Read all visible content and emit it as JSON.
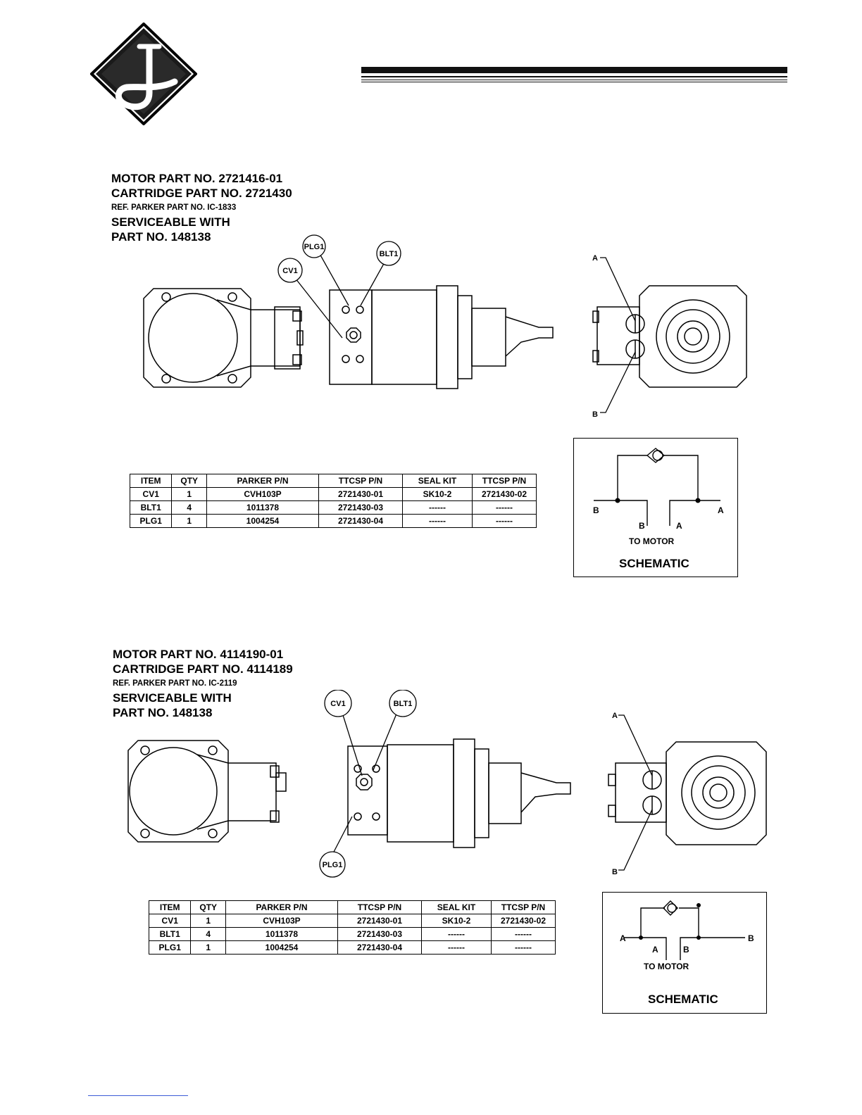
{
  "header": {
    "logo_icon": "diamond-j-logo-icon"
  },
  "sections": [
    {
      "motor_part": "MOTOR PART NO. 2721416-01",
      "cartridge_part": "CARTRIDGE PART NO. 2721430",
      "ref_parker": "REF. PARKER PART NO. IC-1833",
      "serviceable": "SERVICEABLE WITH",
      "part_no": "PART NO. 148138",
      "callouts": [
        "PLG1",
        "BLT1",
        "CV1"
      ],
      "port_labels": [
        "A",
        "B"
      ],
      "table": {
        "headers": [
          "ITEM",
          "QTY",
          "PARKER P/N",
          "TTCSP P/N",
          "SEAL KIT",
          "TTCSP P/N"
        ],
        "rows": [
          [
            "CV1",
            "1",
            "CVH103P",
            "2721430-01",
            "SK10-2",
            "2721430-02"
          ],
          [
            "BLT1",
            "4",
            "1011378",
            "2721430-03",
            "------",
            "------"
          ],
          [
            "PLG1",
            "1",
            "1004254",
            "2721430-04",
            "------",
            "------"
          ]
        ]
      },
      "schematic": {
        "left_label": "B",
        "right_label": "A",
        "port_left": "B",
        "port_right": "A",
        "to_motor": "TO MOTOR",
        "title": "SCHEMATIC"
      }
    },
    {
      "motor_part": "MOTOR PART NO. 4114190-01",
      "cartridge_part": "CARTRIDGE PART NO. 4114189",
      "ref_parker": "REF. PARKER PART NO. IC-2119",
      "serviceable": "SERVICEABLE WITH",
      "part_no": "PART NO. 148138",
      "callouts": [
        "CV1",
        "BLT1",
        "PLG1"
      ],
      "port_labels": [
        "A",
        "B"
      ],
      "table": {
        "headers": [
          "ITEM",
          "QTY",
          "PARKER P/N",
          "TTCSP P/N",
          "SEAL KIT",
          "TTCSP P/N"
        ],
        "rows": [
          [
            "CV1",
            "1",
            "CVH103P",
            "2721430-01",
            "SK10-2",
            "2721430-02"
          ],
          [
            "BLT1",
            "4",
            "1011378",
            "2721430-03",
            "------",
            "------"
          ],
          [
            "PLG1",
            "1",
            "1004254",
            "2721430-04",
            "------",
            "------"
          ]
        ]
      },
      "schematic": {
        "left_label": "A",
        "right_label": "B",
        "port_left": "A",
        "port_right": "B",
        "to_motor": "TO MOTOR",
        "title": "SCHEMATIC"
      }
    }
  ]
}
